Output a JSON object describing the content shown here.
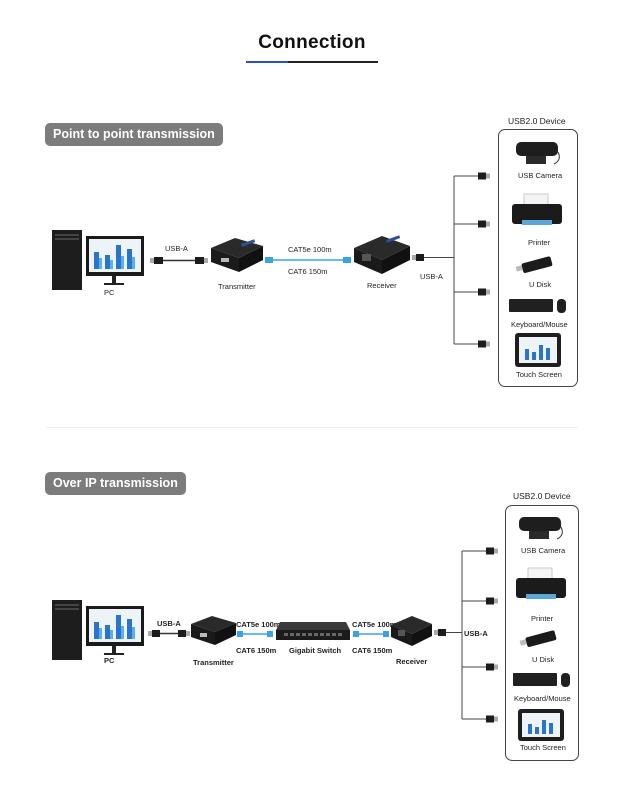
{
  "header": {
    "title": "Connection",
    "accent_color": "#2a4fc6"
  },
  "sections": [
    {
      "tag": "Point to point transmission",
      "source": {
        "label": "PC"
      },
      "usb_link_label": "USB-A",
      "transmitter": {
        "label": "Transmitter"
      },
      "cable": {
        "line1": "CAT5e 100m",
        "line2": "CAT6  150m"
      },
      "receiver": {
        "label": "Receiver"
      },
      "output_link_label": "USB-A",
      "devices_header": "USB2.0 Device",
      "devices": [
        "USB Camera",
        "Printer",
        "U Disk",
        "Keyboard/Mouse",
        "Touch Screen"
      ]
    },
    {
      "tag": "Over IP transmission",
      "source": {
        "label": "PC"
      },
      "usb_link_label": "USB-A",
      "transmitter": {
        "label": "Transmitter"
      },
      "cable_in": {
        "line1": "CAT5e 100m",
        "line2": "CAT6  150m"
      },
      "switch": {
        "label": "Gigabit Switch"
      },
      "cable_out": {
        "line1": "CAT5e 100m",
        "line2": "CAT6  150m"
      },
      "receiver": {
        "label": "Receiver"
      },
      "output_link_label": "USB-A",
      "devices_header": "USB2.0 Device",
      "devices": [
        "USB Camera",
        "Printer",
        "U Disk",
        "Keyboard/Mouse",
        "Touch Screen"
      ]
    }
  ],
  "colors": {
    "cable_blue": "#3aa3e6",
    "tag_gray": "#7c7c7c"
  }
}
